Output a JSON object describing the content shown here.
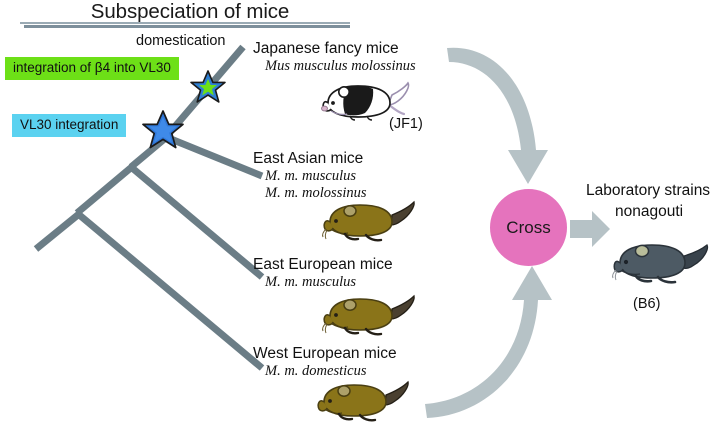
{
  "figure": {
    "title": "Subspeciation of mice",
    "colors": {
      "tree_branch": "#6b7d86",
      "event_b4_bg": "#6de017",
      "event_vl30_bg": "#5bd2f0",
      "cross_circle": "#e573bd",
      "arrow_gray": "#b6c2c6",
      "mouse_brown": "#8a7419",
      "mouse_dark": "#4d5a64",
      "mouse_white": "#ffffff",
      "rule_line": "#8ea0ac"
    }
  },
  "events": {
    "domestication": "domestication",
    "b4_integration": "integration of β4 into VL30",
    "vl30_integration": "VL30 integration"
  },
  "taxa": [
    {
      "id": "japanese-fancy-mice",
      "common": "Japanese fancy mice",
      "latin": [
        "Mus musculus molossinus"
      ],
      "strain_code": "(JF1)",
      "coat": "black-and-white piebald"
    },
    {
      "id": "east-asian-mice",
      "common": "East Asian mice",
      "latin": [
        "M. m. musculus",
        "M. m. molossinus"
      ],
      "strain_code": "",
      "coat": "agouti brown"
    },
    {
      "id": "east-european-mice",
      "common": "East European mice",
      "latin": [
        "M. m. musculus"
      ],
      "strain_code": "",
      "coat": "agouti brown"
    },
    {
      "id": "west-european-mice",
      "common": "West European mice",
      "latin": [
        "M. m. domesticus"
      ],
      "strain_code": "",
      "coat": "agouti brown"
    }
  ],
  "cross": {
    "label": "Cross"
  },
  "laboratory": {
    "title": "Laboratory strains",
    "subtitle": "nonagouti",
    "strain_code": "(B6)",
    "coat": "dark slate gray"
  }
}
